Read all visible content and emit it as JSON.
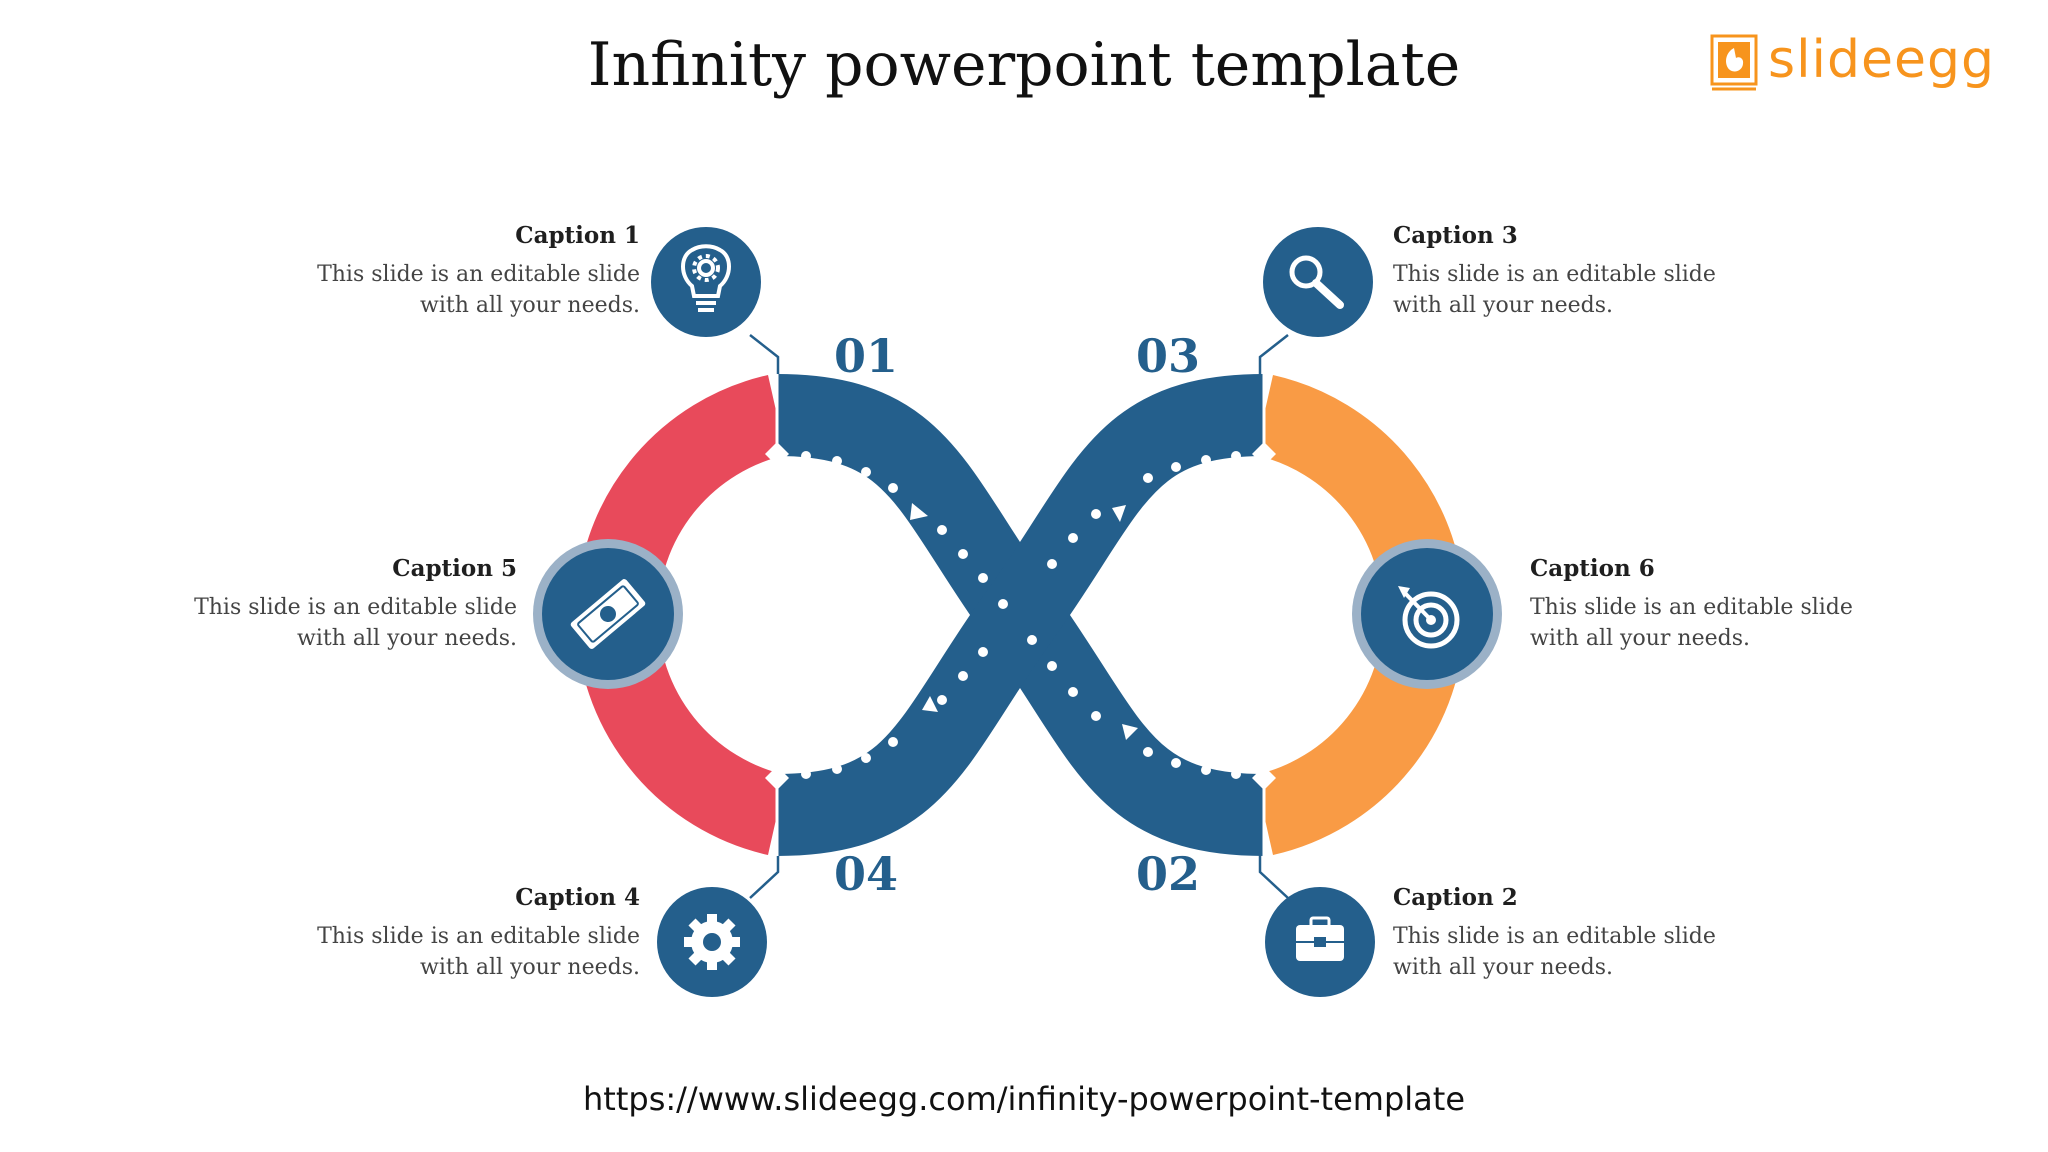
{
  "title": "Infinity powerpoint template",
  "logo": {
    "text": "slideegg",
    "color": "#f7941d"
  },
  "colors": {
    "blue": "#245f8c",
    "red": "#e84a5b",
    "orange": "#f99b45",
    "ring": "#9bb1c7"
  },
  "steps": [
    {
      "number": "01",
      "icon": "lightbulb-gear-icon",
      "caption": "Caption 1",
      "text_line1": "This slide is an editable slide",
      "text_line2": "with all your needs."
    },
    {
      "number": "02",
      "icon": "briefcase-icon",
      "caption": "Caption 2",
      "text_line1": "This slide is an editable slide",
      "text_line2": "with all your needs."
    },
    {
      "number": "03",
      "icon": "magnifier-icon",
      "caption": "Caption 3",
      "text_line1": "This slide is an editable slide",
      "text_line2": "with all your needs."
    },
    {
      "number": "04",
      "icon": "gear-icon",
      "caption": "Caption 4",
      "text_line1": "This slide is an editable slide",
      "text_line2": "with all your needs."
    },
    {
      "icon": "money-icon",
      "caption": "Caption 5",
      "text_line1": "This slide is an editable slide",
      "text_line2": "with all your needs."
    },
    {
      "icon": "target-icon",
      "caption": "Caption 6",
      "text_line1": "This slide is an editable slide",
      "text_line2": "with all your needs."
    }
  ],
  "footer_url": "https://www.slideegg.com/infinity-powerpoint-template"
}
